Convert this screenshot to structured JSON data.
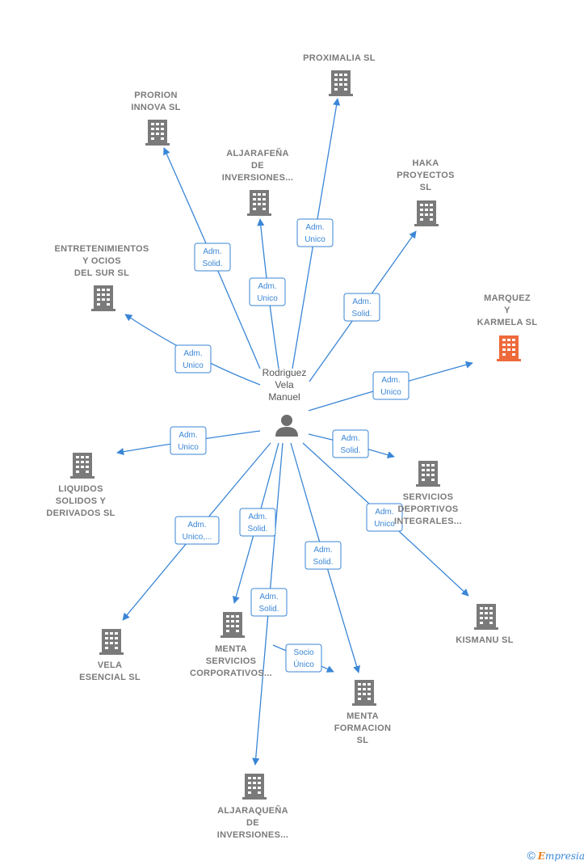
{
  "colors": {
    "edge": "#3a86d6",
    "building": "#7a7a7a",
    "highlight": "#ee6a3b",
    "person": "#6e6e6e"
  },
  "person": {
    "lines": [
      "Rodriguez",
      "Vela",
      "Manuel"
    ],
    "icon": "person-icon"
  },
  "companies": [
    {
      "id": "proximalia",
      "lines": [
        "PROXIMALIA SL"
      ],
      "highlight": false
    },
    {
      "id": "prorion",
      "lines": [
        "PRORION",
        "INNOVA  SL"
      ],
      "highlight": false
    },
    {
      "id": "aljarafena",
      "lines": [
        "ALJARAFEÑA",
        "DE",
        "INVERSIONES..."
      ],
      "highlight": false
    },
    {
      "id": "haka",
      "lines": [
        "HAKA",
        "PROYECTOS",
        "SL"
      ],
      "highlight": false
    },
    {
      "id": "entretenimientos",
      "lines": [
        "ENTRETENIMIENTOS",
        "Y OCIOS",
        "DEL SUR SL"
      ],
      "highlight": false
    },
    {
      "id": "marquez",
      "lines": [
        "MARQUEZ",
        "Y",
        "KARMELA  SL"
      ],
      "highlight": true
    },
    {
      "id": "liquidos",
      "lines": [
        "LIQUIDOS",
        "SOLIDOS  Y",
        "DERIVADOS  SL"
      ],
      "highlight": false
    },
    {
      "id": "servicios",
      "lines": [
        "SERVICIOS",
        "DEPORTIVOS",
        "INTEGRALES..."
      ],
      "highlight": false
    },
    {
      "id": "kismanu",
      "lines": [
        "KISMANU  SL"
      ],
      "highlight": false
    },
    {
      "id": "vela",
      "lines": [
        "VELA",
        "ESENCIAL  SL"
      ],
      "highlight": false
    },
    {
      "id": "menta_servicios",
      "lines": [
        "MENTA",
        "SERVICIOS",
        "CORPORATIVOS..."
      ],
      "highlight": false
    },
    {
      "id": "menta_formacion",
      "lines": [
        "MENTA",
        "FORMACION",
        "SL"
      ],
      "highlight": false
    },
    {
      "id": "aljaraquena",
      "lines": [
        "ALJARAQUEÑA",
        "DE",
        "INVERSIONES..."
      ],
      "highlight": false
    }
  ],
  "relations": [
    {
      "target": "proximalia",
      "lines": [
        "Adm.",
        "Unico"
      ]
    },
    {
      "target": "prorion",
      "lines": [
        "Adm.",
        "Solid."
      ]
    },
    {
      "target": "aljarafena",
      "lines": [
        "Adm.",
        "Unico"
      ]
    },
    {
      "target": "haka",
      "lines": [
        "Adm.",
        "Solid."
      ]
    },
    {
      "target": "entretenimientos",
      "lines": [
        "Adm.",
        "Unico"
      ]
    },
    {
      "target": "marquez",
      "lines": [
        "Adm.",
        "Unico"
      ]
    },
    {
      "target": "liquidos",
      "lines": [
        "Adm.",
        "Unico"
      ]
    },
    {
      "target": "servicios",
      "lines": [
        "Adm.",
        "Solid."
      ]
    },
    {
      "target": "kismanu",
      "lines": [
        "Adm.",
        "Unico"
      ]
    },
    {
      "target": "vela",
      "lines": [
        "Adm.",
        "Unico,..."
      ]
    },
    {
      "target": "menta_servicios",
      "lines": [
        "Adm.",
        "Solid."
      ]
    },
    {
      "target": "menta_formacion",
      "lines": [
        "Adm.",
        "Solid."
      ]
    },
    {
      "target": "aljaraquena",
      "lines": [
        "Adm.",
        "Solid."
      ]
    },
    {
      "source": "menta_servicios",
      "target": "menta_formacion",
      "lines": [
        "Socio",
        "Único"
      ]
    }
  ],
  "footer": {
    "copyright": "©",
    "brand_initial": "E",
    "brand_rest": "mpresia"
  }
}
